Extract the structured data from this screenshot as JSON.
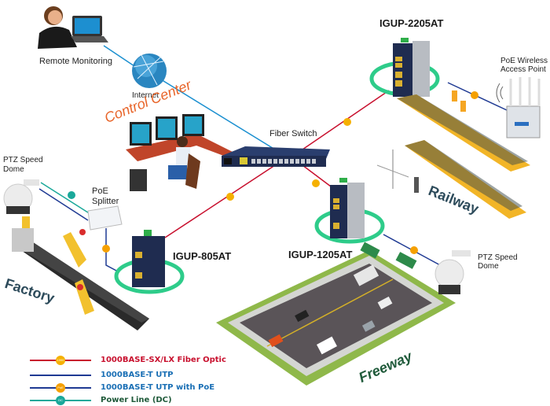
{
  "labels": {
    "remote_monitoring": "Remote Monitoring",
    "internet": "Internet",
    "control_center": "Control Center",
    "fiber_switch": "Fiber Switch",
    "ptz_left_line1": "PTZ Speed",
    "ptz_left_line2": "Dome",
    "poe_splitter_line1": "PoE",
    "poe_splitter_line2": "Splitter",
    "factory": "Factory",
    "igup_805at": "IGUP-805AT",
    "igup_1205at": "IGUP-1205AT",
    "igup_2205at": "IGUP-2205AT",
    "wap_line1": "PoE Wireless",
    "wap_line2": "Access Point",
    "railway": "Railway",
    "ptz_right_line1": "PTZ Speed",
    "ptz_right_line2": "Dome",
    "freeway": "Freeway"
  },
  "badges": {
    "fiber": "1000",
    "poe": "PoE",
    "dc": "DC"
  },
  "legend": [
    {
      "label": "1000BASE-SX/LX Fiber Optic",
      "line_color": "#c8102e",
      "badge": "1000",
      "badge_color": "#f5b000",
      "text_color": "#c8102e"
    },
    {
      "label": "1000BASE-T UTP",
      "line_color": "#1f3a93",
      "badge": "",
      "badge_color": "",
      "text_color": "#1a6fb5"
    },
    {
      "label": "1000BASE-T UTP with PoE",
      "line_color": "#1f3a93",
      "badge": "PoE",
      "badge_color": "#f5a000",
      "text_color": "#1a6fb5"
    },
    {
      "label": "Power Line (DC)",
      "line_color": "#1aa89a",
      "badge": "DC",
      "badge_color": "#1aa89a",
      "text_color": "#1f5a3a"
    }
  ],
  "colors": {
    "fiber": "#c8102e",
    "utp": "#1f3a93",
    "internet_link": "#1a8fd0",
    "dc": "#1aa89a",
    "ring": "#2ecc8a",
    "control_center_text": "#e8652a",
    "zone_text": "#2c4a5a",
    "freeway_text": "#1f5a3a"
  }
}
